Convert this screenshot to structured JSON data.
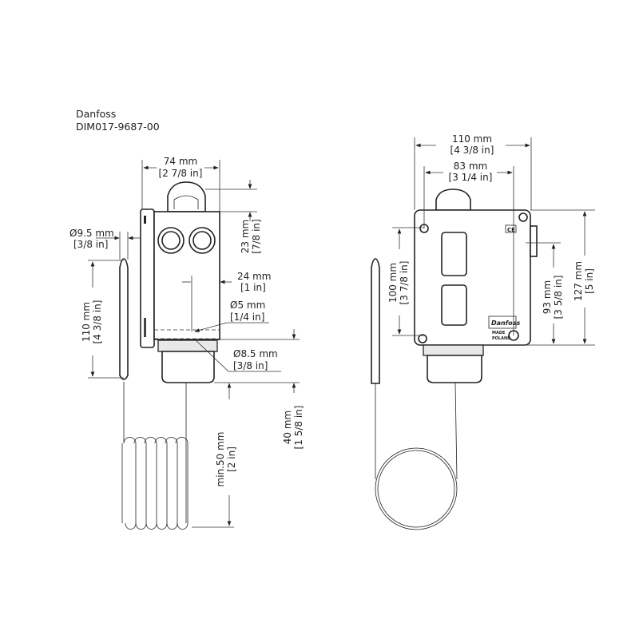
{
  "header": {
    "brand": "Danfoss",
    "doc_id": "DIM017-9687-00"
  },
  "side_view": {
    "width": {
      "mm": "74 mm",
      "in": "[2 7/8 in]"
    },
    "cap_height": {
      "mm": "23 mm",
      "in": "[7/8 in]"
    },
    "bulb_diameter": {
      "mm": "Ø9.5 mm",
      "in": "[3/8 in]"
    },
    "bulb_length": {
      "mm": "110 mm",
      "in": "[4 3/8 in]"
    },
    "capillary_offset": {
      "mm": "24 mm",
      "in": "[1 in]"
    },
    "capillary_diameter": {
      "mm": "Ø5 mm",
      "in": "[1/4 in]"
    },
    "gland_diameter": {
      "mm": "Ø8.5 mm",
      "in": "[3/8 in]"
    },
    "base_height": {
      "mm": "40 mm",
      "in": "[1 5/8 in]"
    },
    "min_bend": {
      "mm": "min.50 mm",
      "in": "[2 in]"
    }
  },
  "front_view": {
    "width": {
      "mm": "110 mm",
      "in": "[4 3/8 in]"
    },
    "hole_spacing_h": {
      "mm": "83 mm",
      "in": "[3 1/4 in]"
    },
    "hole_spacing_v": {
      "mm": "100 mm",
      "in": "[3 7/8 in]"
    },
    "gland_height": {
      "mm": "93 mm",
      "in": "[3 5/8 in]"
    },
    "height": {
      "mm": "127 mm",
      "in": "[5 in]"
    },
    "ce_mark": "CE",
    "label_made": "MADE",
    "label_country": "POLAND",
    "logo_text": "Danfoss"
  }
}
